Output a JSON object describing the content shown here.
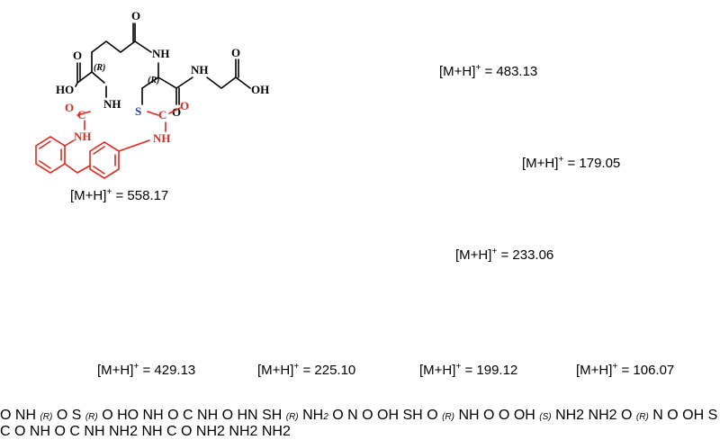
{
  "colors": {
    "core": "#000000",
    "adduct": "#e8251c",
    "sulfur": "#1f3fd6"
  },
  "stereo": {
    "r": "(R)",
    "s": "(S)"
  },
  "atoms": {
    "O": "O",
    "N": "N",
    "S": "S",
    "C": "C",
    "HO": "HO",
    "OH": "OH",
    "NH": "NH",
    "HN": "HN",
    "NH2": "NH",
    "SH": "SH",
    "sub2": "2"
  },
  "labels": {
    "m1": "558.17",
    "m2": "483.13",
    "m3": "179.05",
    "m4": "233.06",
    "m5": "429.13",
    "m6": "225.10",
    "m7": "199.12",
    "m8": "106.07"
  },
  "ion_prefix": "[M+H]",
  "ion_sup": "+",
  "ion_eq": " = "
}
